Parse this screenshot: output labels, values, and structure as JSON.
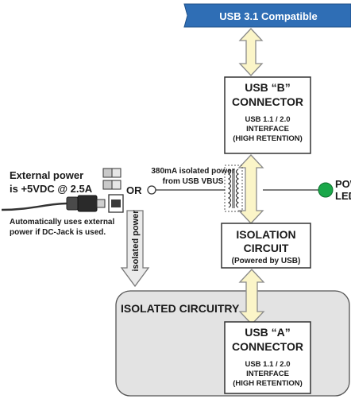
{
  "banner": {
    "text": "USB 3.1 Compatible",
    "color": "#2f6eb5"
  },
  "usb_b": {
    "title_line1": "USB “B”",
    "title_line2": "CONNECTOR",
    "detail_line1": "USB 1.1 / 2.0",
    "detail_line2": "INTERFACE",
    "detail_line3": "(HIGH RETENTION)"
  },
  "isolation": {
    "title_line1": "ISOLATION",
    "title_line2": "CIRCUIT",
    "detail_line1": "(Powered by USB)"
  },
  "isolated_region": {
    "label": "ISOLATED CIRCUITRY",
    "fill": "#e3e3e3"
  },
  "usb_a": {
    "title_line1": "USB “A”",
    "title_line2": "CONNECTOR",
    "detail_line1": "USB 1.1 / 2.0",
    "detail_line2": "INTERFACE",
    "detail_line3": "(HIGH RETENTION)"
  },
  "power_led": {
    "label_line1": "POWER",
    "label_line2": "LED",
    "color": "#1aa84a"
  },
  "usb_power": {
    "label_line1": "380mA isolated power",
    "label_line2": "from USB VBUS"
  },
  "or_label": "OR",
  "external_power": {
    "line1": "External power",
    "line2": "is +5VDC @ 2.5A",
    "note_line1": "Automatically uses external",
    "note_line2": "power if DC-Jack is used."
  },
  "isolated_power_arrow": {
    "label": "isolated power"
  },
  "colors": {
    "arrow_fill": "#fbf5c8",
    "arrow_stroke": "#8a8a8a",
    "box_stroke": "#333333"
  }
}
